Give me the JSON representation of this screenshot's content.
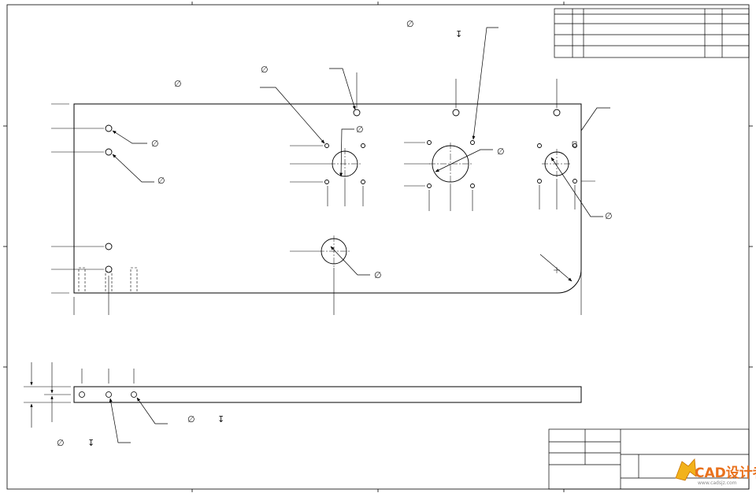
{
  "symbols": {
    "diameter": "∅",
    "depth": "↧"
  },
  "logo": {
    "name": "watermark-logo",
    "text": "CAD设计者",
    "subtext": "www.cadsjz.com",
    "colors": {
      "primary": "#e9711c",
      "secondary": "#f2b21b"
    }
  },
  "colors": {
    "line": "#000000",
    "paper": "#ffffff"
  }
}
